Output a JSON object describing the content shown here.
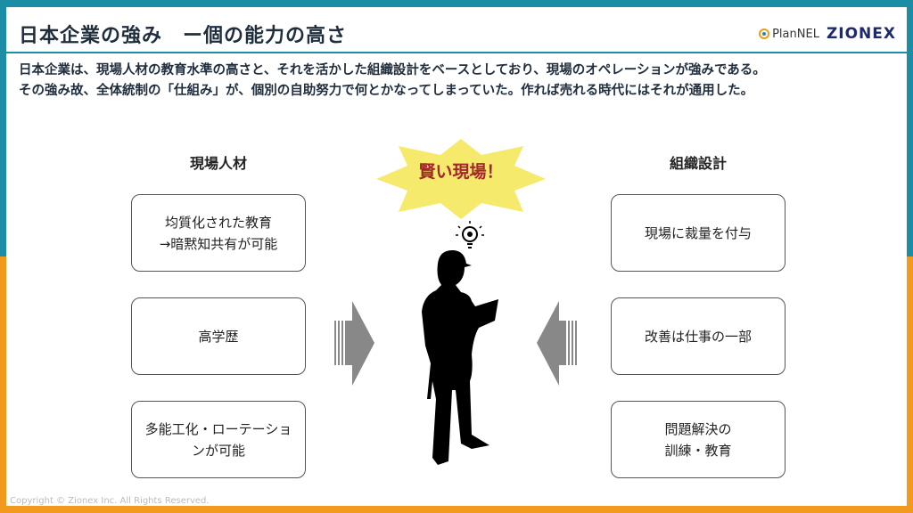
{
  "header": {
    "title": "日本企業の強み　ー個の能力の高さ",
    "logo_plannel": "PlanNEL",
    "logo_zionex": "ZIONEX"
  },
  "description": [
    "日本企業は、現場人材の教育水準の高さと、それを活かした組織設計をベースとしており、現場のオペレーションが強みである。",
    "その強み故、全体統制の「仕組み」が、個別の自助努力で何とかなってしまっていた。作れば売れる時代にはそれが通用した。"
  ],
  "left": {
    "heading": "現場人材",
    "items": [
      [
        "均質化された教育",
        "→暗黙知共有が可能"
      ],
      [
        "高学歴"
      ],
      [
        "多能工化・ローテーショ",
        "ンが可能"
      ]
    ]
  },
  "right": {
    "heading": "組織設計",
    "items": [
      [
        "現場に裁量を付与"
      ],
      [
        "改善は仕事の一部"
      ],
      [
        "問題解決の",
        "訓練・教育"
      ]
    ]
  },
  "center": {
    "callout": "賢い現場！"
  },
  "footer": "Copyright © Zionex Inc. All Rights Reserved."
}
